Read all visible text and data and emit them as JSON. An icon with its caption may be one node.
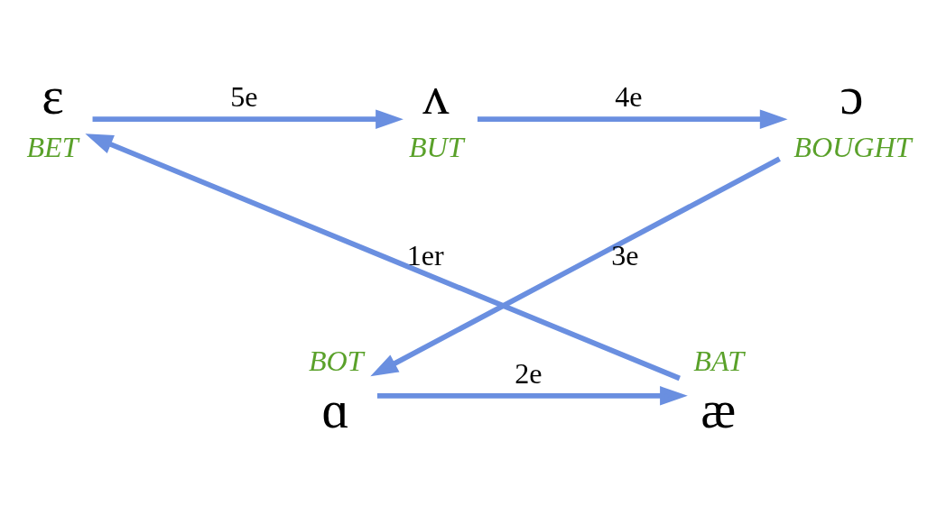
{
  "diagram": {
    "nodes": [
      {
        "text": [
          "ɛ"
        ],
        "beside": [
          "BET"
        ]
      },
      {
        "text": [
          "ʌ"
        ],
        "beside": [
          "BUT"
        ]
      },
      {
        "text": [
          "ɔ"
        ],
        "beside": [
          "BOUGHT"
        ]
      },
      {
        "text": [
          "ɑ"
        ],
        "beside": [
          "BOT"
        ]
      },
      {
        "text": [
          "æ"
        ],
        "beside": [
          "BAT"
        ]
      }
    ],
    "edges": [
      {
        "from": 0,
        "to": 1,
        "arrow": "to",
        "label": "5e"
      },
      {
        "from": 1,
        "to": 2,
        "arrow": "to",
        "label": "4e"
      },
      {
        "from": 2,
        "to": 3,
        "arrow": "to",
        "label": "3e"
      },
      {
        "from": 3,
        "to": 4,
        "arrow": "to",
        "label": "2e"
      },
      {
        "from": 4,
        "to": 0,
        "arrow": "to",
        "label": "1er"
      }
    ]
  }
}
